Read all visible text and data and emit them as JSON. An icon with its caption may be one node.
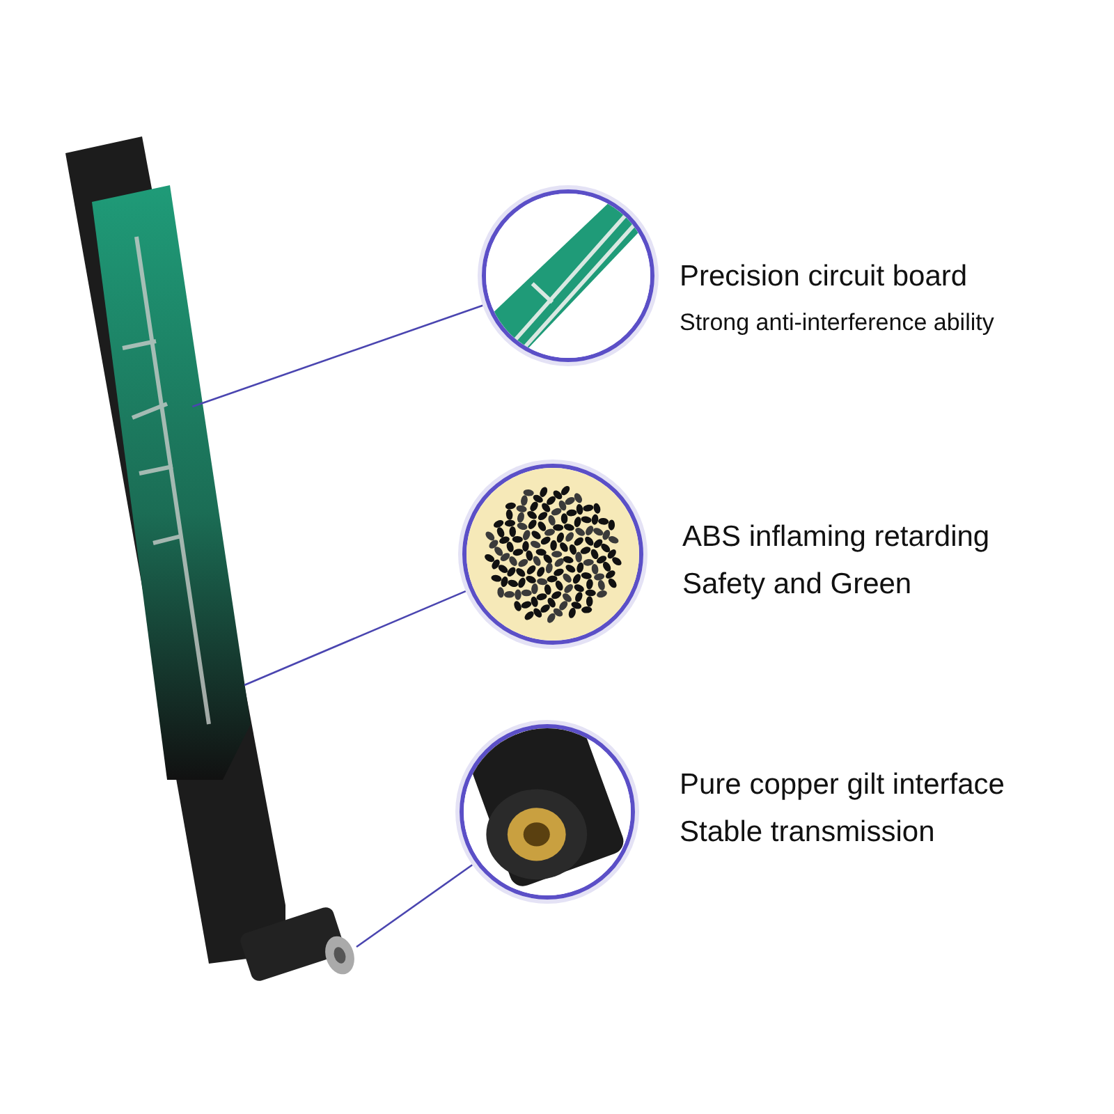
{
  "diagram": {
    "nodes": [
      {
        "text": [],
        "shape": "picture"
      },
      {
        "text": [],
        "shape": "picture",
        "beside": [
          "Precision circuit board",
          "Strong anti-interference ability"
        ]
      },
      {
        "text": [],
        "shape": "picture",
        "beside": [
          "ABS inflaming retarding",
          "Safety and Green"
        ]
      },
      {
        "text": [],
        "shape": "picture",
        "beside": [
          "Pure copper gilt interface",
          "Stable transmission"
        ]
      }
    ],
    "edges": [
      {
        "from": 1,
        "to": 0,
        "arrow": "none"
      },
      {
        "from": 2,
        "to": 0,
        "arrow": "none"
      },
      {
        "from": 3,
        "to": 0,
        "arrow": "none"
      }
    ]
  }
}
